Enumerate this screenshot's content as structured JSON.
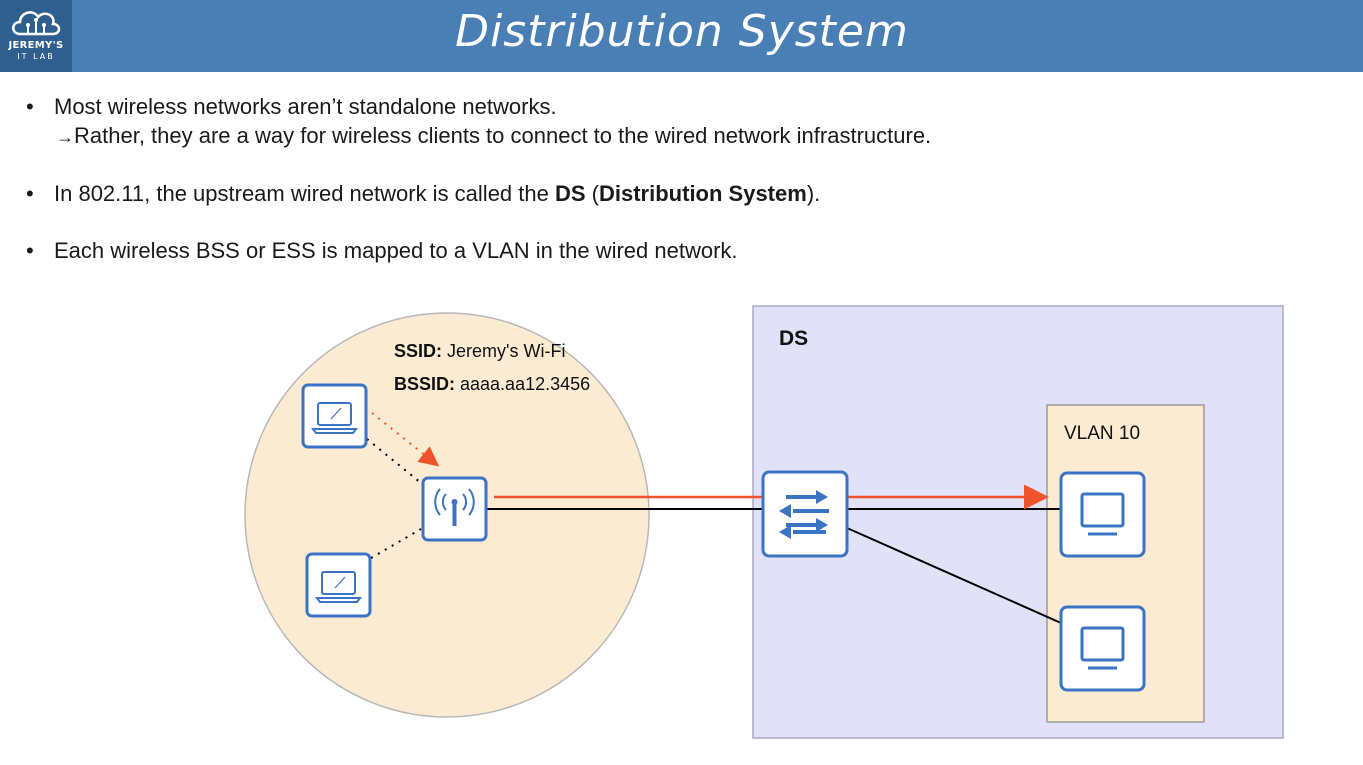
{
  "header": {
    "title": "Distribution System",
    "logo_line1": "JEREMY'S",
    "logo_line2": "IT LAB"
  },
  "bullets": {
    "b1": "Most wireless networks aren’t standalone networks.",
    "b1_sub_arrow": "→",
    "b1_sub": "Rather, they are a way for wireless clients to connect to the wired network infrastructure.",
    "b2_pre": "In 802.11, the upstream wired network is called the ",
    "b2_ds": "DS",
    "b2_open": " (",
    "b2_full": "Distribution System",
    "b2_close": ").",
    "b3": "Each wireless BSS or ESS is mapped to a VLAN in the wired network."
  },
  "diagram": {
    "ssid_label": "SSID:",
    "ssid_value": " Jeremy's Wi-Fi",
    "bssid_label": "BSSID:",
    "bssid_value": " aaaa.aa12.3456",
    "ds_label": "DS",
    "vlan_label": "VLAN 10",
    "colors": {
      "bss_fill": "#fbebd2",
      "ds_fill": "#e1e2f8",
      "vlan_fill": "#fbebd2",
      "device_stroke": "#3b73c5",
      "arrow": "#f0532b"
    },
    "icons": [
      "laptop-icon",
      "laptop-icon",
      "access-point-icon",
      "switch-icon",
      "pc-icon",
      "pc-icon"
    ]
  }
}
